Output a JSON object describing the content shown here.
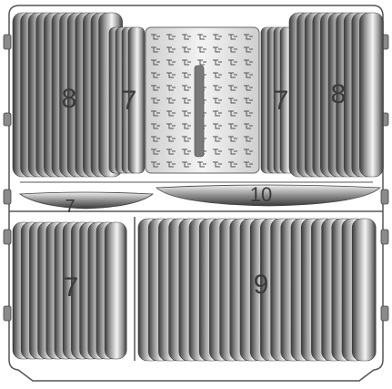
{
  "labels": {
    "upper_left_outer": "8",
    "upper_left_inner": "7",
    "upper_right_inner": "7",
    "upper_right_outer": "8",
    "saucer_left": "7",
    "saucer_right": "10",
    "lower_left": "7",
    "lower_right": "9"
  },
  "colors": {
    "rack_line": "#555555",
    "plate_dark": "#3c3c3c",
    "plate_light": "#f2f2f2",
    "cutlery_basket": "#d9d9d9",
    "label_text": "#3a3a3a"
  },
  "icons": {
    "cutlery_basket": "cutlery-basket-icon",
    "rack_hinge": "rack-hinge-icon"
  }
}
